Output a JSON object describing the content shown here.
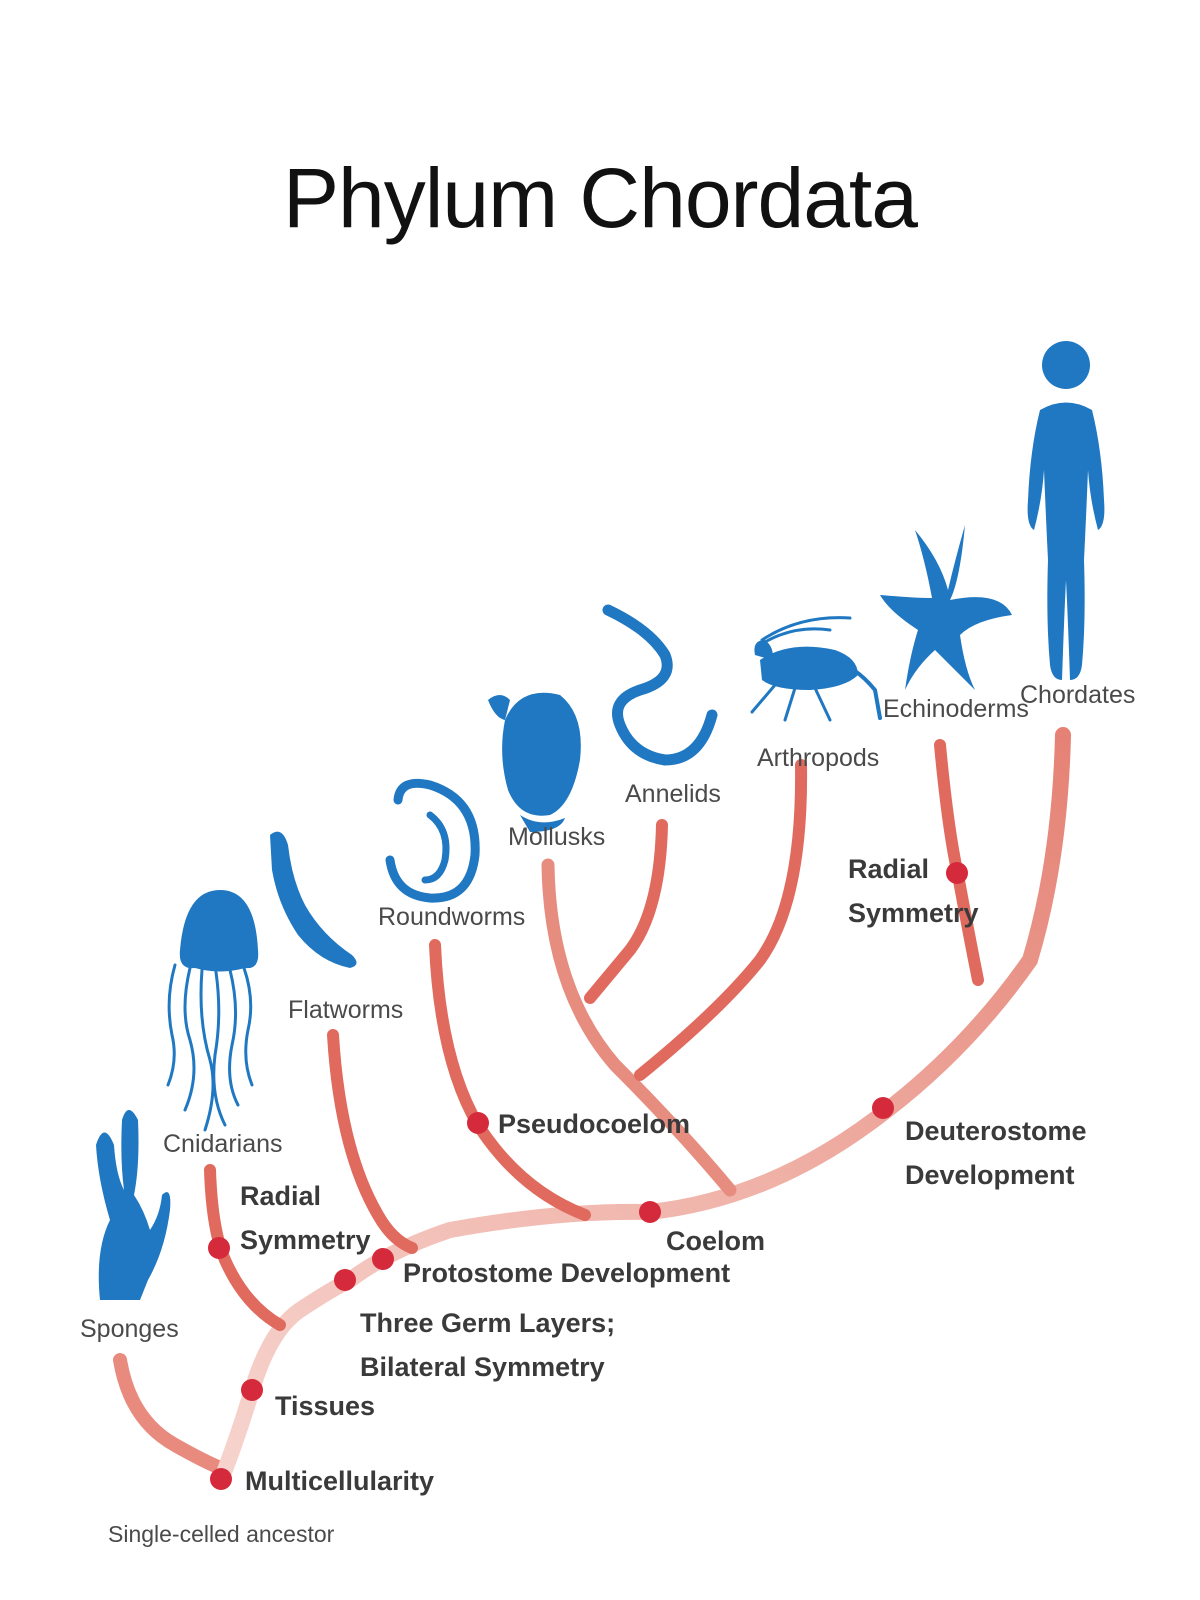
{
  "title": "Phylum Chordata",
  "colors": {
    "branch": "#e06a5e",
    "branch_light": "#f3c3bc",
    "node": "#d42a3c",
    "organism": "#1f78c1"
  },
  "root_label": "Single-celled ancestor",
  "taxa": {
    "sponges": "Sponges",
    "cnidarians": "Cnidarians",
    "flatworms": "Flatworms",
    "roundworms": "Roundworms",
    "mollusks": "Mollusks",
    "annelids": "Annelids",
    "arthropods": "Arthropods",
    "echinoderms": "Echinoderms",
    "chordates": "Chordates"
  },
  "traits": {
    "multicellularity": "Multicellularity",
    "tissues": "Tissues",
    "radial_symmetry_1": [
      "Radial",
      "Symmetry"
    ],
    "three_germ_layers": [
      "Three Germ Layers;",
      "Bilateral Symmetry"
    ],
    "protostome": "Protostome Development",
    "pseudocoelom": "Pseudocoelom",
    "coelom": "Coelom",
    "deuterostome": [
      "Deuterostome",
      "Development"
    ],
    "radial_symmetry_2": [
      "Radial",
      "Symmetry"
    ]
  },
  "icons": [
    "sponge-icon",
    "jellyfish-icon",
    "flatworm-icon",
    "roundworm-icon",
    "snail-icon",
    "earthworm-icon",
    "grasshopper-icon",
    "starfish-icon",
    "human-icon"
  ]
}
